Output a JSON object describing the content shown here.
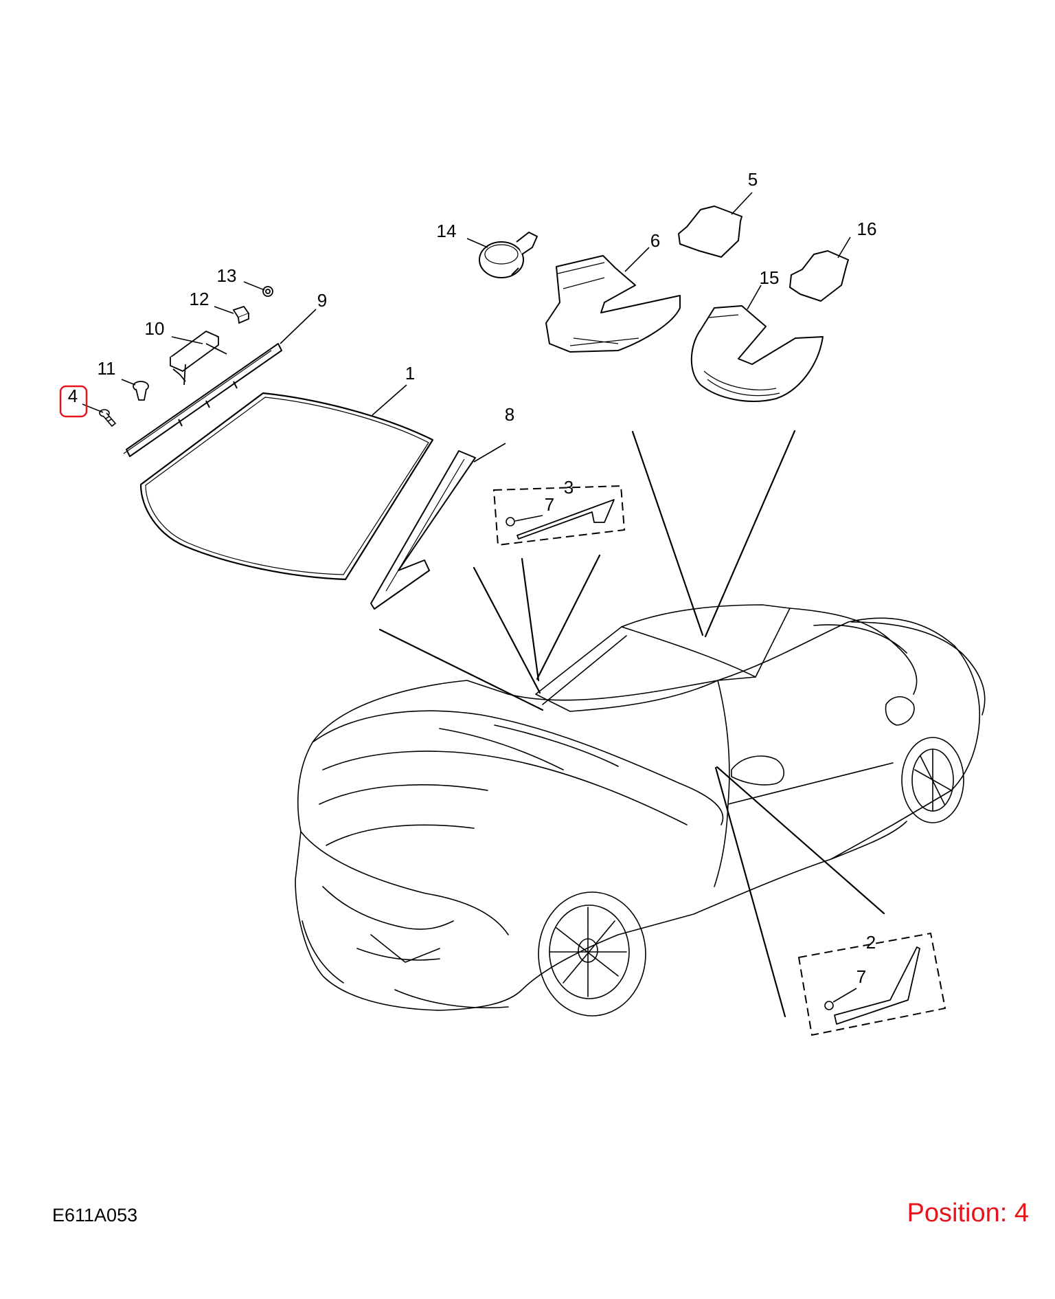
{
  "colors": {
    "line": "#000000",
    "highlight": "#e8141c",
    "background": "#ffffff"
  },
  "callouts": [
    {
      "id": "1",
      "label": "1"
    },
    {
      "id": "2",
      "label": "2"
    },
    {
      "id": "3",
      "label": "3"
    },
    {
      "id": "4",
      "label": "4",
      "highlighted": true
    },
    {
      "id": "5",
      "label": "5"
    },
    {
      "id": "6",
      "label": "6"
    },
    {
      "id": "7a",
      "label": "7"
    },
    {
      "id": "7b",
      "label": "7"
    },
    {
      "id": "8",
      "label": "8"
    },
    {
      "id": "9",
      "label": "9"
    },
    {
      "id": "10",
      "label": "10"
    },
    {
      "id": "11",
      "label": "11"
    },
    {
      "id": "12",
      "label": "12"
    },
    {
      "id": "13",
      "label": "13"
    },
    {
      "id": "14",
      "label": "14"
    },
    {
      "id": "15",
      "label": "15"
    },
    {
      "id": "16",
      "label": "16"
    }
  ],
  "footer": {
    "diagram_code": "E611A053",
    "position_label": "Position:",
    "position_value": "4"
  }
}
